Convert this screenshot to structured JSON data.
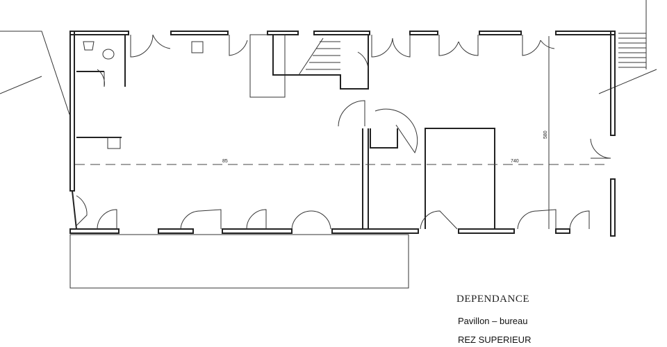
{
  "plan": {
    "title": "DEPENDANCE",
    "subtitle": "Pavillon  –  bureau",
    "level": "REZ SUPERIEUR",
    "dimensions": {
      "left": "85",
      "right": "740",
      "height": "580"
    }
  }
}
